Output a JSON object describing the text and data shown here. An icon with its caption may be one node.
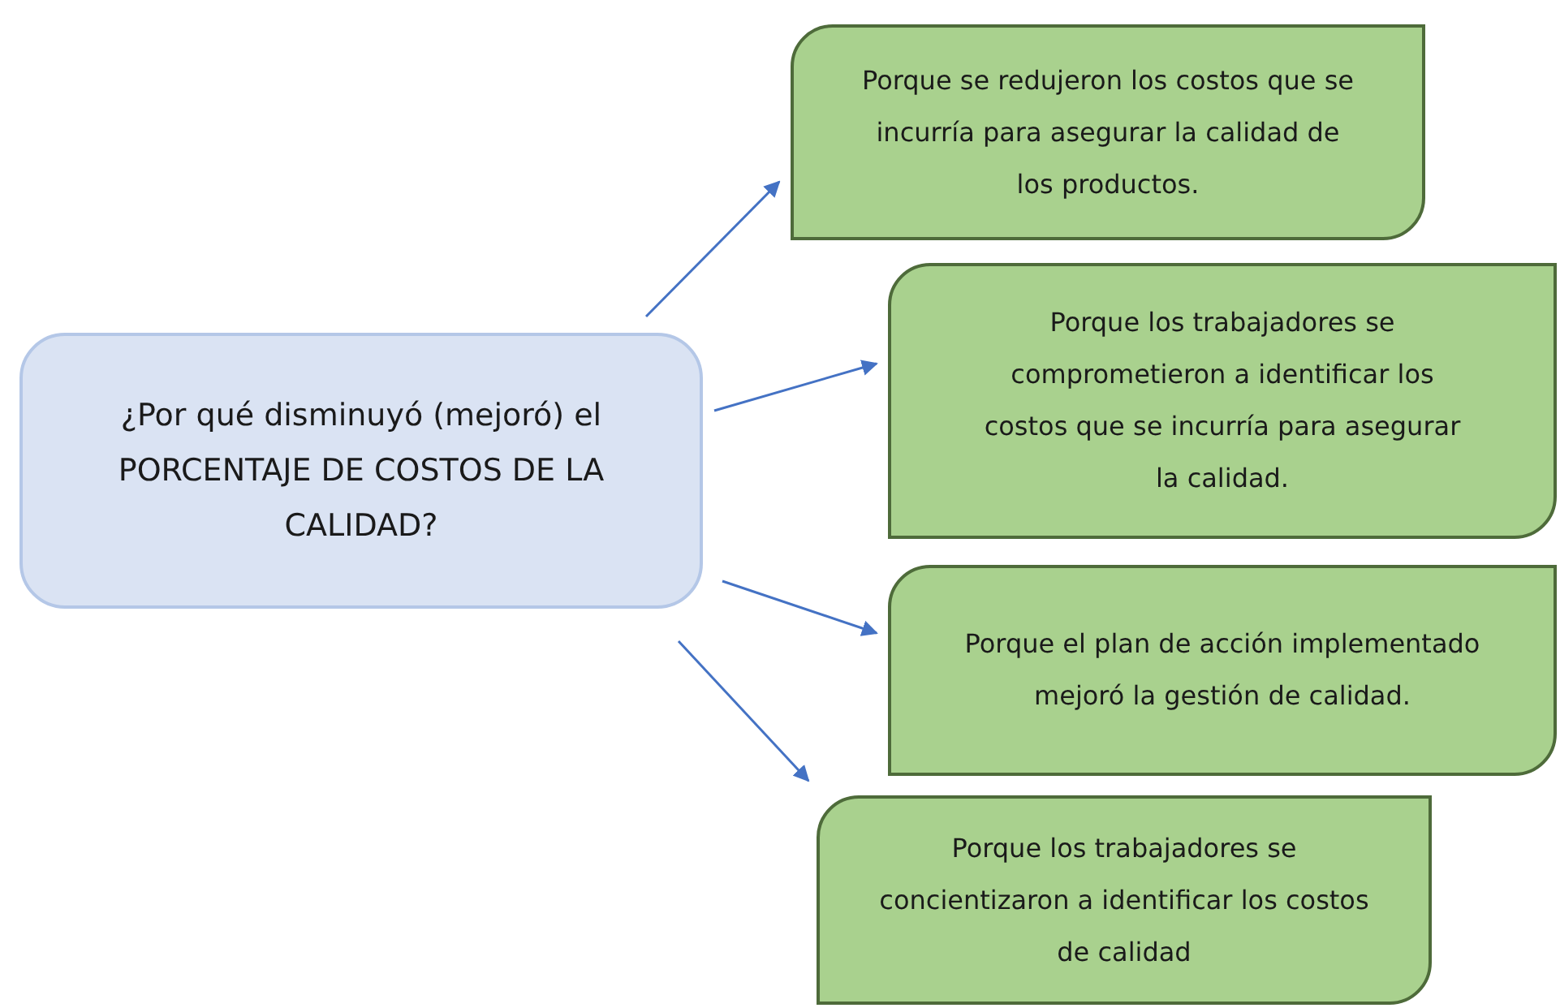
{
  "diagram": {
    "nodes": [
      {
        "text": [
          "¿Por qué disminuyó (mejoró) el PORCENTAJE DE COSTOS DE LA CALIDAD?"
        ]
      },
      {
        "text": [
          "Porque se redujeron los costos que se incurría para asegurar la calidad de los productos."
        ]
      },
      {
        "text": [
          "Porque los trabajadores se comprometieron a identificar los costos que se incurría para asegurar la calidad."
        ]
      },
      {
        "text": [
          "Porque el plan de acción implementado mejoró la gestión de calidad."
        ]
      },
      {
        "text": [
          "Porque los trabajadores se concientizaron a identificar los costos de calidad"
        ]
      }
    ],
    "edges": [
      {
        "from": 0,
        "to": 1,
        "arrow": "to"
      },
      {
        "from": 0,
        "to": 2,
        "arrow": "to"
      },
      {
        "from": 0,
        "to": 3,
        "arrow": "to"
      },
      {
        "from": 0,
        "to": 4,
        "arrow": "to"
      }
    ]
  }
}
